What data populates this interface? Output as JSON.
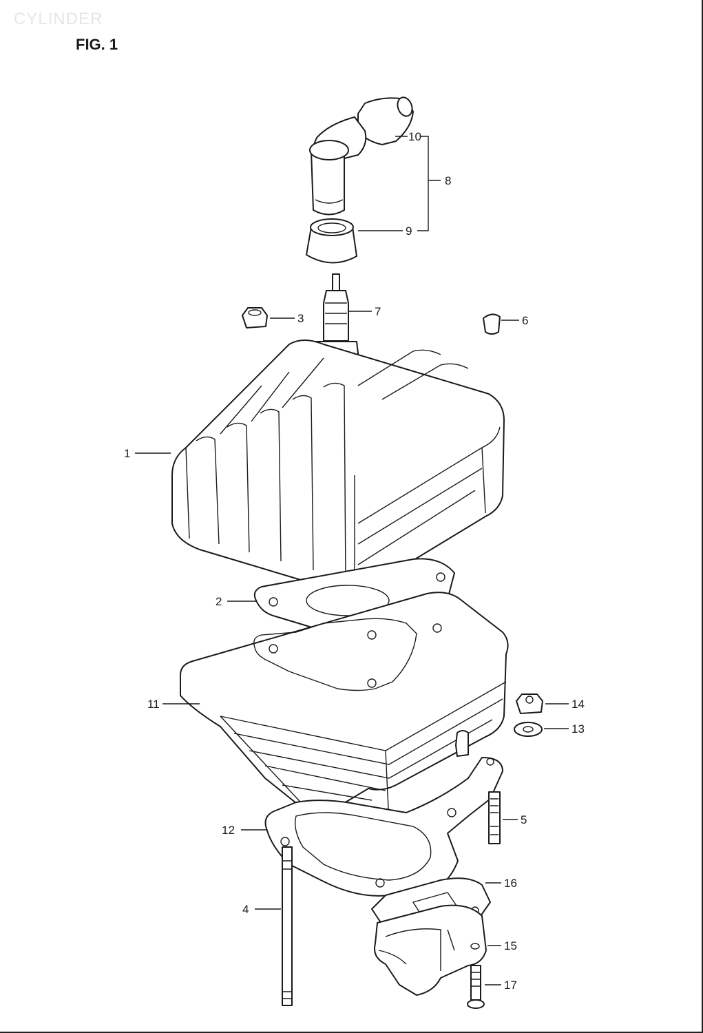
{
  "header": {
    "section_faint": "CYLINDER",
    "figure_label": "FIG. 1"
  },
  "callouts": {
    "c1": "1",
    "c2": "2",
    "c3": "3",
    "c4": "4",
    "c5": "5",
    "c6": "6",
    "c7": "7",
    "c8": "8",
    "c9": "9",
    "c10": "10",
    "c11": "11",
    "c12": "12",
    "c13": "13",
    "c14": "14",
    "c15": "15",
    "c16": "16",
    "c17": "17"
  }
}
